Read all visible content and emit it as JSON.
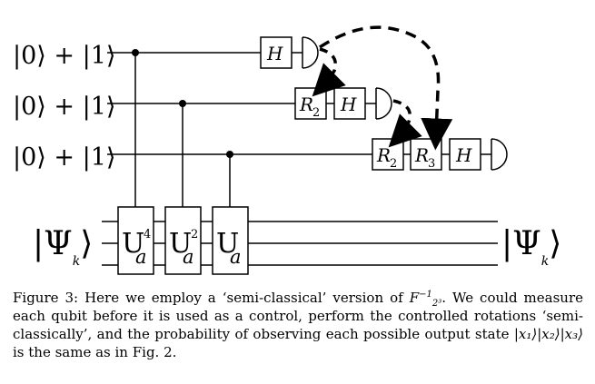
{
  "circuit": {
    "input_labels": [
      "|0⟩ + |1⟩",
      "|0⟩ + |1⟩",
      "|0⟩ + |1⟩"
    ],
    "psi_symbol": "Ψ",
    "psi_subscript": "k",
    "gate_h": "H",
    "gate_r2": "R",
    "gate_r3": "R",
    "r2_subscript": "2",
    "r3_subscript": "3",
    "u_base": "U",
    "u_sub": "a",
    "u_sup_1": "4",
    "u_sup_2": "2"
  },
  "caption": {
    "label": "Figure 3:",
    "text_part1": " Here we employ a ‘semi-classical’ version of ",
    "math_F": "F",
    "math_F_sub": "2³",
    "math_F_sup": "−1",
    "text_part2": ". We could measure each qubit before it is used as a control, perform the controlled rotations ‘semi-classically’, and the probability of observing each possible output state ",
    "math_state": "|x₁⟩|x₂⟩|x₃⟩",
    "text_part3": " is the same as in Fig. 2."
  }
}
